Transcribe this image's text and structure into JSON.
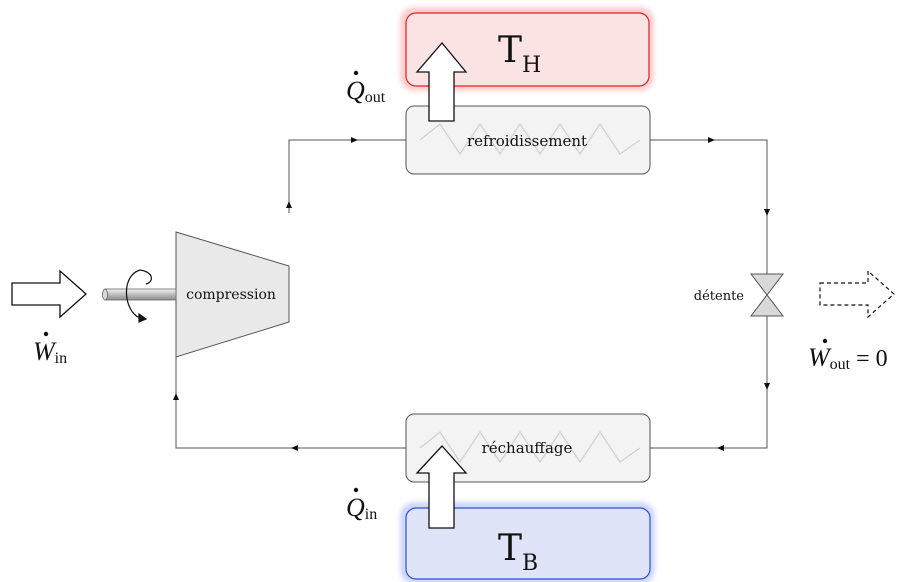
{
  "reservoirs": {
    "hot": {
      "symbol": "T",
      "subscript": "H",
      "color": "#e02020",
      "fill": "#fbe3e4"
    },
    "cold": {
      "symbol": "T",
      "subscript": "B",
      "color": "#2a4fd0",
      "fill": "#dfe4f8"
    }
  },
  "components": {
    "condenser_label": "refroidissement",
    "evaporator_label": "réchauffage",
    "compressor_label": "compression",
    "valve_label": "détente"
  },
  "flows": {
    "q_out": {
      "symbol": "Q",
      "subscript": "out"
    },
    "q_in": {
      "symbol": "Q",
      "subscript": "in"
    },
    "w_in": {
      "symbol": "W",
      "subscript": "in"
    },
    "w_out": {
      "symbol": "W",
      "subscript": "out",
      "suffix": " = 0"
    }
  }
}
